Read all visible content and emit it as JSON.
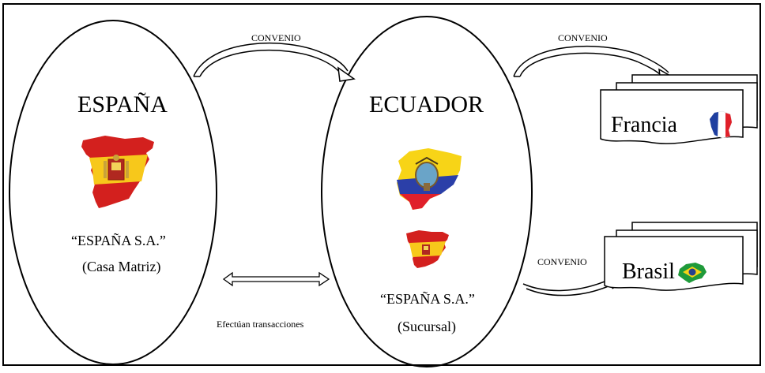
{
  "spain": {
    "title": "ESPAÑA",
    "company": "“ESPAÑA S.A.”",
    "role": "(Casa Matriz)"
  },
  "ecuador": {
    "title": "ECUADOR",
    "company": "“ESPAÑA S.A.”",
    "role": "(Sucursal)"
  },
  "arrows": {
    "spain_to_ecuador": "CONVENIO",
    "ecuador_to_francia": "CONVENIO",
    "ecuador_to_brasil": "CONVENIO",
    "transactions": "Efectúan transacciones"
  },
  "targets": {
    "francia": "Francia",
    "brasil": "Brasil"
  },
  "colors": {
    "flag_red": "#d3201e",
    "flag_yellow": "#f7c81b",
    "ecuador_yellow": "#f7d417",
    "ecuador_blue": "#2b3fa8",
    "ecuador_red": "#e0202a",
    "france_blue": "#1f3fa0",
    "brazil_green": "#1f9a3a",
    "brazil_blue": "#25408f"
  },
  "icons": [
    "spain-map-icon",
    "ecuador-map-icon",
    "france-map-icon",
    "brazil-map-icon"
  ]
}
